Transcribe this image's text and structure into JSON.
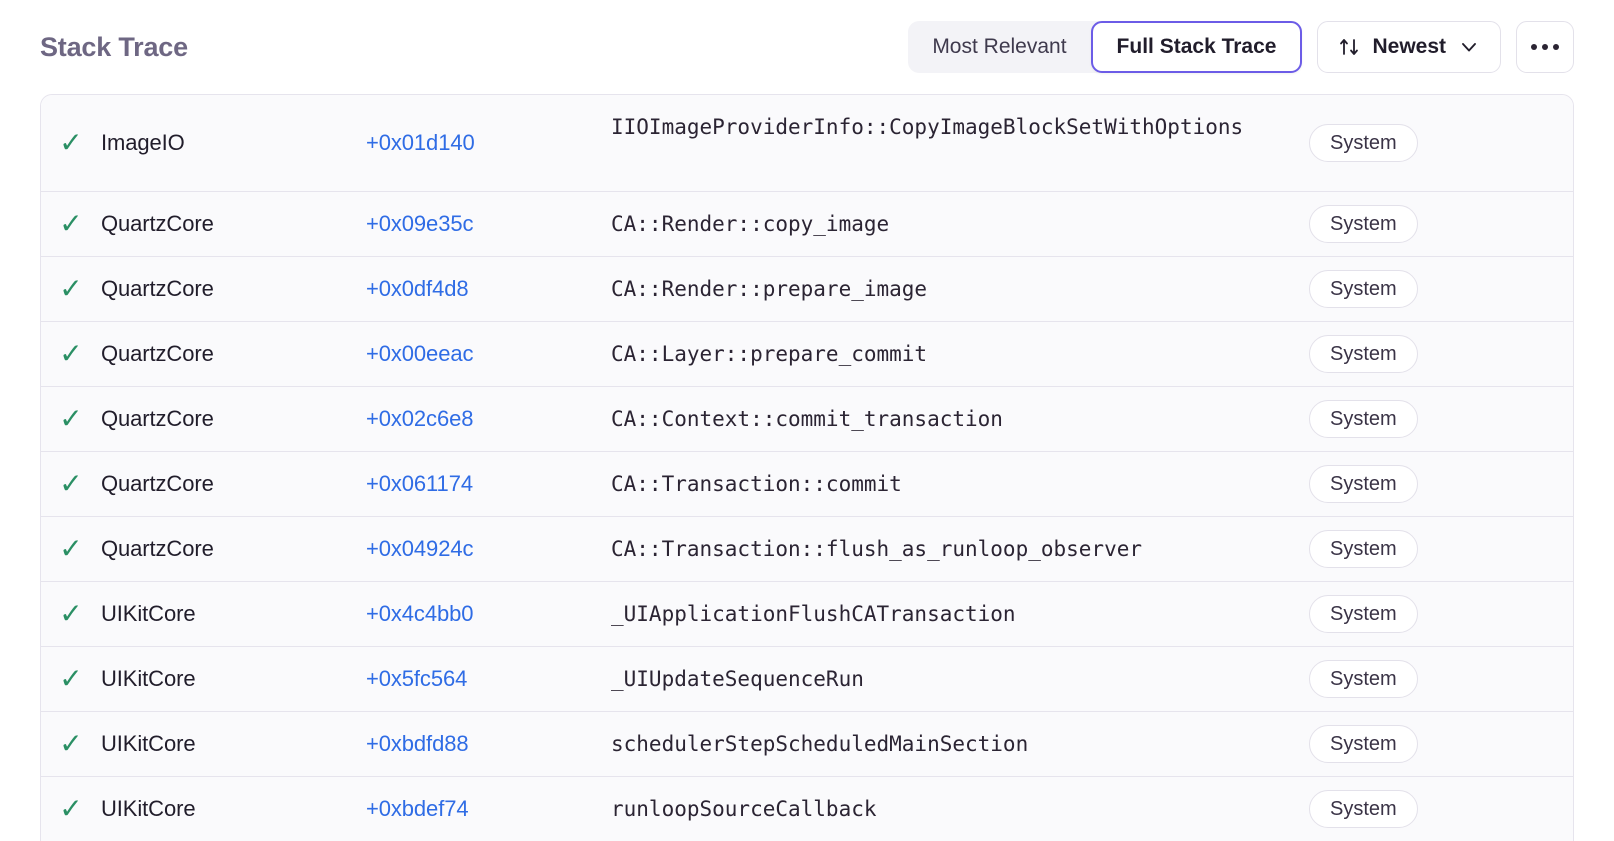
{
  "header": {
    "title": "Stack Trace",
    "segmented": {
      "options": [
        {
          "label": "Most Relevant",
          "selected": false
        },
        {
          "label": "Full Stack Trace",
          "selected": true
        }
      ]
    },
    "sort": {
      "icon": "sort-updown-icon",
      "label": "Newest",
      "chevron": "chevron-down-icon"
    },
    "more": {
      "icon": "ellipsis-icon"
    }
  },
  "colors": {
    "accent": "#6c5ce7",
    "link": "#2f6ce5",
    "check": "#2a8f64",
    "title": "#6e6783",
    "row_bg": "#fafafc",
    "border": "#e6e4ed"
  },
  "table": {
    "check_glyph": "✓",
    "rows": [
      {
        "check": "✓",
        "module": "ImageIO",
        "offset": "+0x01d140",
        "symbol": "IIOImageProviderInfo::CopyImageBlockSetWithOptions",
        "badge": "System",
        "tall": true
      },
      {
        "check": "✓",
        "module": "QuartzCore",
        "offset": "+0x09e35c",
        "symbol": "CA::Render::copy_image",
        "badge": "System",
        "tall": false
      },
      {
        "check": "✓",
        "module": "QuartzCore",
        "offset": "+0x0df4d8",
        "symbol": "CA::Render::prepare_image",
        "badge": "System",
        "tall": false
      },
      {
        "check": "✓",
        "module": "QuartzCore",
        "offset": "+0x00eeac",
        "symbol": "CA::Layer::prepare_commit",
        "badge": "System",
        "tall": false
      },
      {
        "check": "✓",
        "module": "QuartzCore",
        "offset": "+0x02c6e8",
        "symbol": "CA::Context::commit_transaction",
        "badge": "System",
        "tall": false
      },
      {
        "check": "✓",
        "module": "QuartzCore",
        "offset": "+0x061174",
        "symbol": "CA::Transaction::commit",
        "badge": "System",
        "tall": false
      },
      {
        "check": "✓",
        "module": "QuartzCore",
        "offset": "+0x04924c",
        "symbol": "CA::Transaction::flush_as_runloop_observer",
        "badge": "System",
        "tall": false
      },
      {
        "check": "✓",
        "module": "UIKitCore",
        "offset": "+0x4c4bb0",
        "symbol": "_UIApplicationFlushCATransaction",
        "badge": "System",
        "tall": false
      },
      {
        "check": "✓",
        "module": "UIKitCore",
        "offset": "+0x5fc564",
        "symbol": "_UIUpdateSequenceRun",
        "badge": "System",
        "tall": false
      },
      {
        "check": "✓",
        "module": "UIKitCore",
        "offset": "+0xbdfd88",
        "symbol": "schedulerStepScheduledMainSection",
        "badge": "System",
        "tall": false
      },
      {
        "check": "✓",
        "module": "UIKitCore",
        "offset": "+0xbdef74",
        "symbol": "runloopSourceCallback",
        "badge": "System",
        "tall": false
      }
    ]
  }
}
